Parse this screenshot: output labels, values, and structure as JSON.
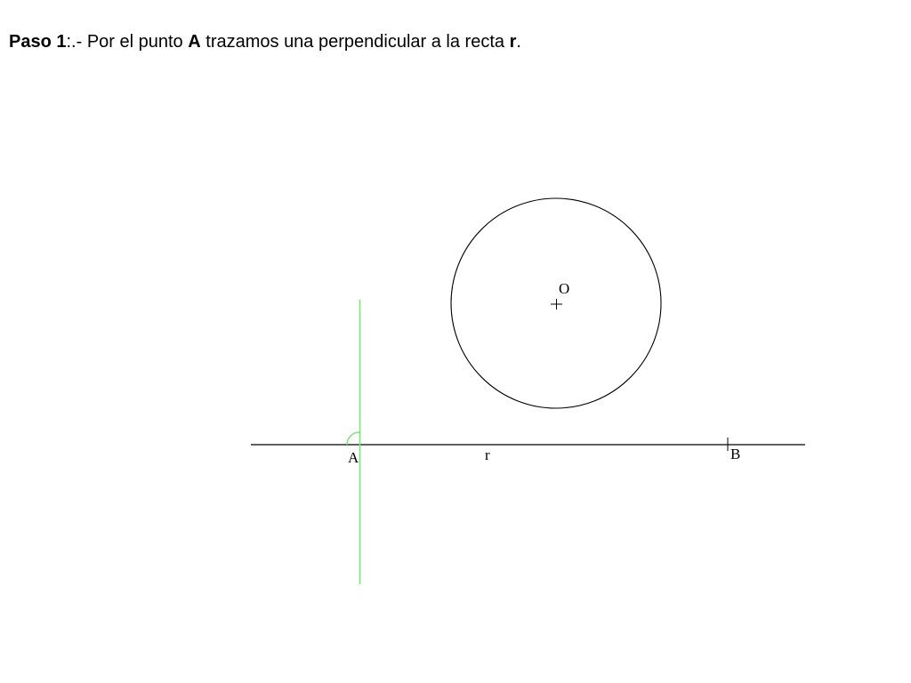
{
  "heading": {
    "step": "Paso 1",
    "separator": ":.- ",
    "text_before_point": "Por el punto ",
    "point": "A",
    "text_middle": " trazamos una perpendicular a la recta ",
    "line": "r",
    "text_end": "."
  },
  "diagram": {
    "labels": {
      "center": "O",
      "point_a": "A",
      "point_b": "B",
      "line_r": "r"
    },
    "colors": {
      "construction_line": "#7fe07f",
      "drawing": "#000000"
    }
  }
}
